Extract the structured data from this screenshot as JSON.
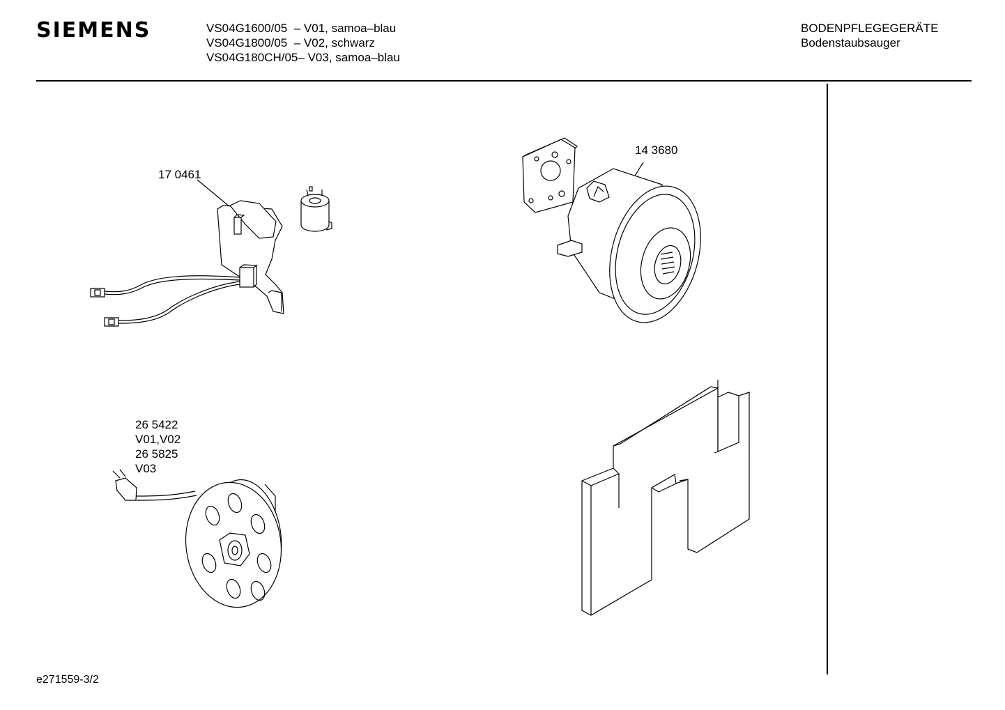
{
  "header": {
    "brand": "SIEMENS",
    "models": [
      {
        "model": "VS04G1600/05",
        "sep": "  –",
        "variant": "V01, samoa–blau"
      },
      {
        "model": "VS04G1800/05",
        "sep": "  –",
        "variant": "V02, schwarz"
      },
      {
        "model": "VS04G180CH/05",
        "sep": "–",
        "variant": "V03, samoa–blau"
      }
    ],
    "category": "BODENPFLEGEGERÄTE",
    "subcategory": "Bodenstaubsauger"
  },
  "parts": [
    {
      "number": "17 0461"
    },
    {
      "number": "14 3680"
    },
    {
      "number": "26 5422",
      "variant": "V01,V02",
      "alt_number": "26 5825",
      "alt_variant": "V03"
    }
  ],
  "footer": {
    "doc_id": "e271559-3/2"
  }
}
